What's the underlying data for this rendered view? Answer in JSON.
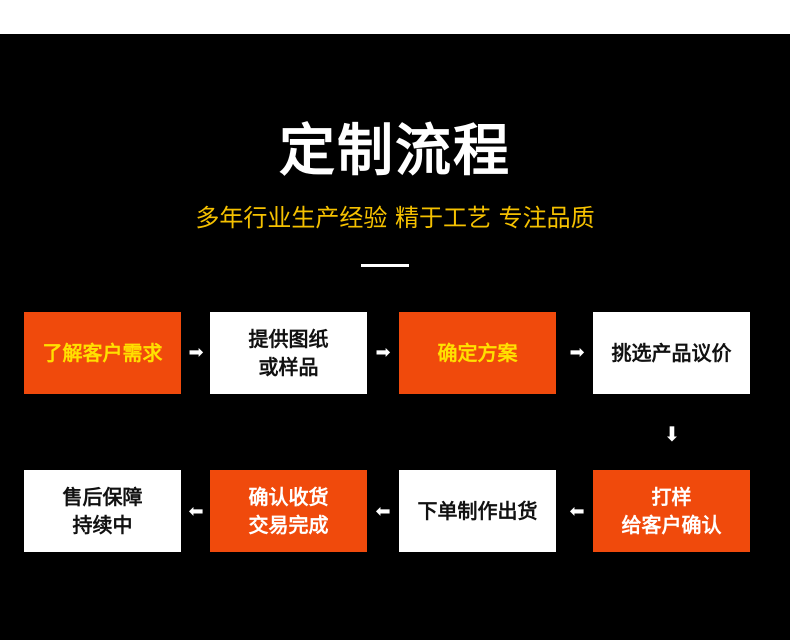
{
  "header": {
    "title": "定制流程",
    "subtitle": "多年行业生产经验 精于工艺 专注品质"
  },
  "steps": [
    {
      "line1": "了解客户需求",
      "line2": ""
    },
    {
      "line1": "提供图纸",
      "line2": "或样品"
    },
    {
      "line1": "确定方案",
      "line2": ""
    },
    {
      "line1": "挑选产品议价",
      "line2": ""
    },
    {
      "line1": "打样",
      "line2": "给客户确认"
    },
    {
      "line1": "下单制作出货",
      "line2": ""
    },
    {
      "line1": "确认收货",
      "line2": "交易完成"
    },
    {
      "line1": "售后保障",
      "line2": "持续中"
    }
  ],
  "colors": {
    "background": "#000000",
    "accent_orange": "#f04a0c",
    "subtitle_yellow": "#f5c100",
    "highlight_text_yellow": "#ffe000"
  },
  "icons": {
    "right": "arrow-right-icon",
    "down": "arrow-down-icon",
    "left": "arrow-left-icon"
  }
}
